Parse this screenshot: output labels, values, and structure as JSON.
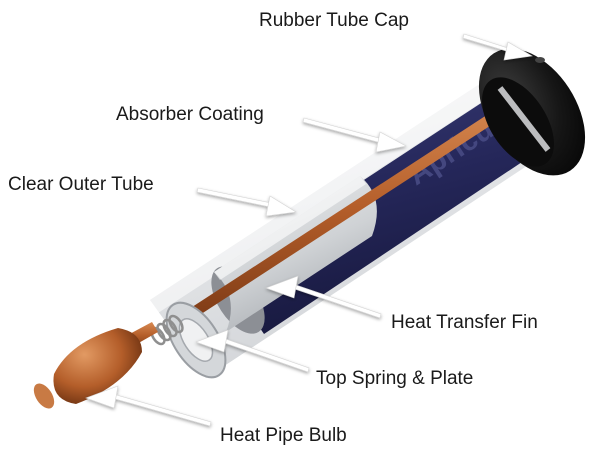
{
  "callouts": {
    "rubber_tube_cap": "Rubber Tube Cap",
    "absorber_coating": "Absorber Coating",
    "clear_outer_tube": "Clear Outer Tube",
    "heat_transfer_fin": "Heat Transfer Fin",
    "top_spring_plate": "Top Spring & Plate",
    "heat_pipe_bulb": "Heat Pipe Bulb"
  },
  "brand": {
    "name": "Apricus",
    "trademark": "®"
  },
  "colors": {
    "absorber": "#2b2d5e",
    "copper": "#b35f2a",
    "glass": "#e6e8ea",
    "cap": "#141414",
    "arrow": "#ffffff",
    "label_text": "#1a1a1a"
  }
}
